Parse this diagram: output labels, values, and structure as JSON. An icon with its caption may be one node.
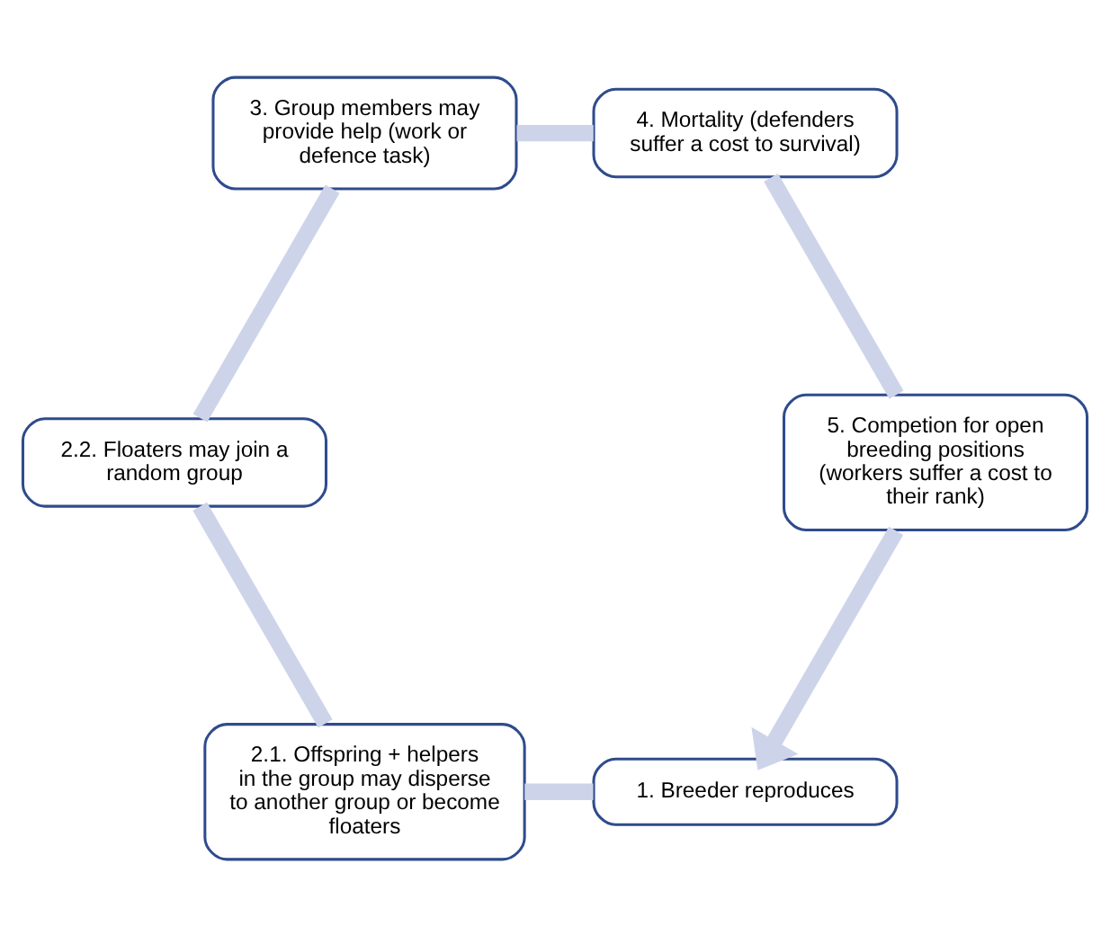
{
  "diagram": {
    "nodes": [
      {
        "text": [
          "1. Breeder reproduces"
        ]
      },
      {
        "text": [
          "2.1. Offspring + helpers in the group may disperse to another group or become floaters"
        ]
      },
      {
        "text": [
          "2.2. Floaters may join a random group"
        ]
      },
      {
        "text": [
          "3. Group members may provide help (work or defence task)"
        ]
      },
      {
        "text": [
          "4. Mortality (defenders suffer a cost to survival)"
        ]
      },
      {
        "text": [
          "5. Competion for open breeding positions (workers suffer a cost to their rank)"
        ]
      }
    ],
    "edges": [
      {
        "from": 0,
        "to": 1,
        "arrow": "none"
      },
      {
        "from": 1,
        "to": 2,
        "arrow": "none"
      },
      {
        "from": 2,
        "to": 3,
        "arrow": "none"
      },
      {
        "from": 3,
        "to": 4,
        "arrow": "none"
      },
      {
        "from": 4,
        "to": 5,
        "arrow": "none"
      },
      {
        "from": 5,
        "to": 0,
        "arrow": "to"
      }
    ]
  }
}
